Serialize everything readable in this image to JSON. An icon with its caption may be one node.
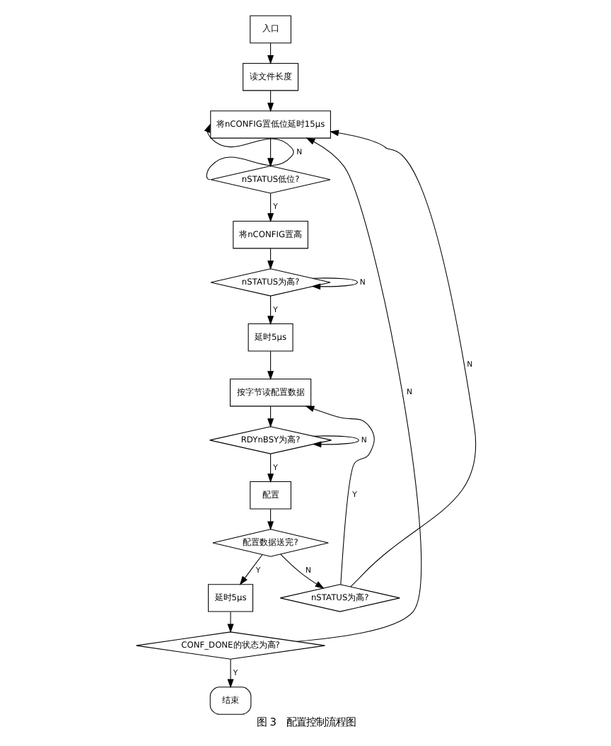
{
  "diagram": {
    "caption": "图 3　配置控制流程图",
    "nodes": [
      {
        "text": [
          "入口"
        ]
      },
      {
        "text": [
          "读文件长度"
        ]
      },
      {
        "text": [
          "将nCONFIG置低位延时15μs"
        ]
      },
      {
        "text": [
          "nSTATUS低位?"
        ]
      },
      {
        "text": [
          "将nCONFIG置高"
        ]
      },
      {
        "text": [
          "nSTATUS为高?"
        ]
      },
      {
        "text": [
          "延时5μs"
        ]
      },
      {
        "text": [
          "按字节读配置数据"
        ]
      },
      {
        "text": [
          "RDYnBSY为高?"
        ]
      },
      {
        "text": [
          "配置"
        ]
      },
      {
        "text": [
          "配置数据送完?"
        ]
      },
      {
        "text": [
          "延时5μs"
        ]
      },
      {
        "text": [
          "CONF_DONE的状态为高?"
        ]
      },
      {
        "text": [
          "结束"
        ]
      },
      {
        "text": [
          "nSTATUS为高?"
        ]
      }
    ],
    "edges": [
      {
        "from": 0,
        "to": 1,
        "arrow": "to"
      },
      {
        "from": 1,
        "to": 2,
        "arrow": "to"
      },
      {
        "from": 2,
        "to": 3,
        "arrow": "to"
      },
      {
        "from": 3,
        "to": 2,
        "arrow": "to",
        "label": "N"
      },
      {
        "from": 3,
        "to": 4,
        "arrow": "to",
        "label": "Y"
      },
      {
        "from": 4,
        "to": 5,
        "arrow": "to"
      },
      {
        "from": 5,
        "to": 5,
        "arrow": "to",
        "label": "N"
      },
      {
        "from": 5,
        "to": 6,
        "arrow": "to",
        "label": "Y"
      },
      {
        "from": 6,
        "to": 7,
        "arrow": "to"
      },
      {
        "from": 7,
        "to": 8,
        "arrow": "to"
      },
      {
        "from": 8,
        "to": 8,
        "arrow": "to",
        "label": "N"
      },
      {
        "from": 8,
        "to": 9,
        "arrow": "to",
        "label": "Y"
      },
      {
        "from": 9,
        "to": 10,
        "arrow": "to"
      },
      {
        "from": 10,
        "to": 11,
        "arrow": "to",
        "label": "Y"
      },
      {
        "from": 10,
        "to": 14,
        "arrow": "to",
        "label": "N"
      },
      {
        "from": 11,
        "to": 12,
        "arrow": "to"
      },
      {
        "from": 12,
        "to": 2,
        "arrow": "to",
        "label": "N"
      },
      {
        "from": 12,
        "to": 13,
        "arrow": "to",
        "label": "Y"
      },
      {
        "from": 14,
        "to": 2,
        "arrow": "to",
        "label": "N"
      },
      {
        "from": 14,
        "to": 7,
        "arrow": "to",
        "label": "Y"
      }
    ]
  }
}
